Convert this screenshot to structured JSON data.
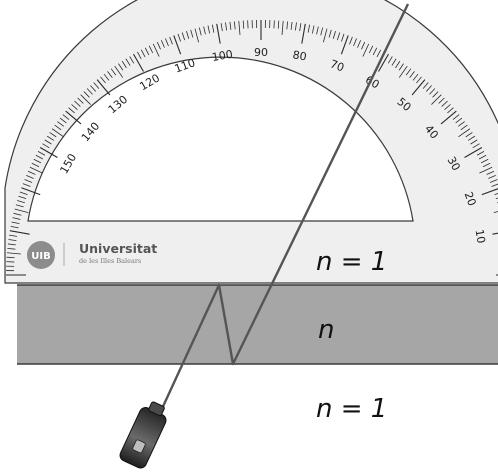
{
  "protractor": {
    "angle_labels": [
      "10",
      "20",
      "30",
      "40",
      "50",
      "60",
      "70",
      "80",
      "90",
      "100",
      "110",
      "120",
      "130",
      "140",
      "150"
    ]
  },
  "logo": {
    "emblem_text": "UIB",
    "title": "Universitat",
    "subtitle": "de les Illes Balears"
  },
  "media": {
    "upper_label": "n = 1",
    "middle_label": "n",
    "lower_label": "n = 1"
  },
  "colors": {
    "slab": "#a6a6a6",
    "protractor_fill": "#efefef",
    "beam": "#555555",
    "laser_body": "#3a3a3a"
  }
}
